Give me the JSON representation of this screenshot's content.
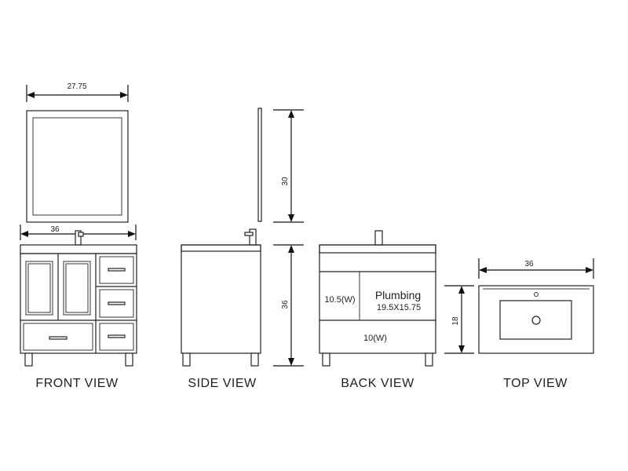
{
  "dimensions": {
    "mirror_width": "27.75",
    "mirror_height": "30",
    "vanity_width_front": "36",
    "vanity_height": "36",
    "top_width": "36",
    "top_depth": "18"
  },
  "back_view": {
    "left_cutout": "10.5(W)",
    "plumbing_title": "Plumbing",
    "plumbing_size": "19.5X15.75",
    "bottom_cutout": "10(W)"
  },
  "view_labels": {
    "front": "FRONT VIEW",
    "side": "SIDE VIEW",
    "back": "BACK VIEW",
    "top": "TOP VIEW"
  }
}
